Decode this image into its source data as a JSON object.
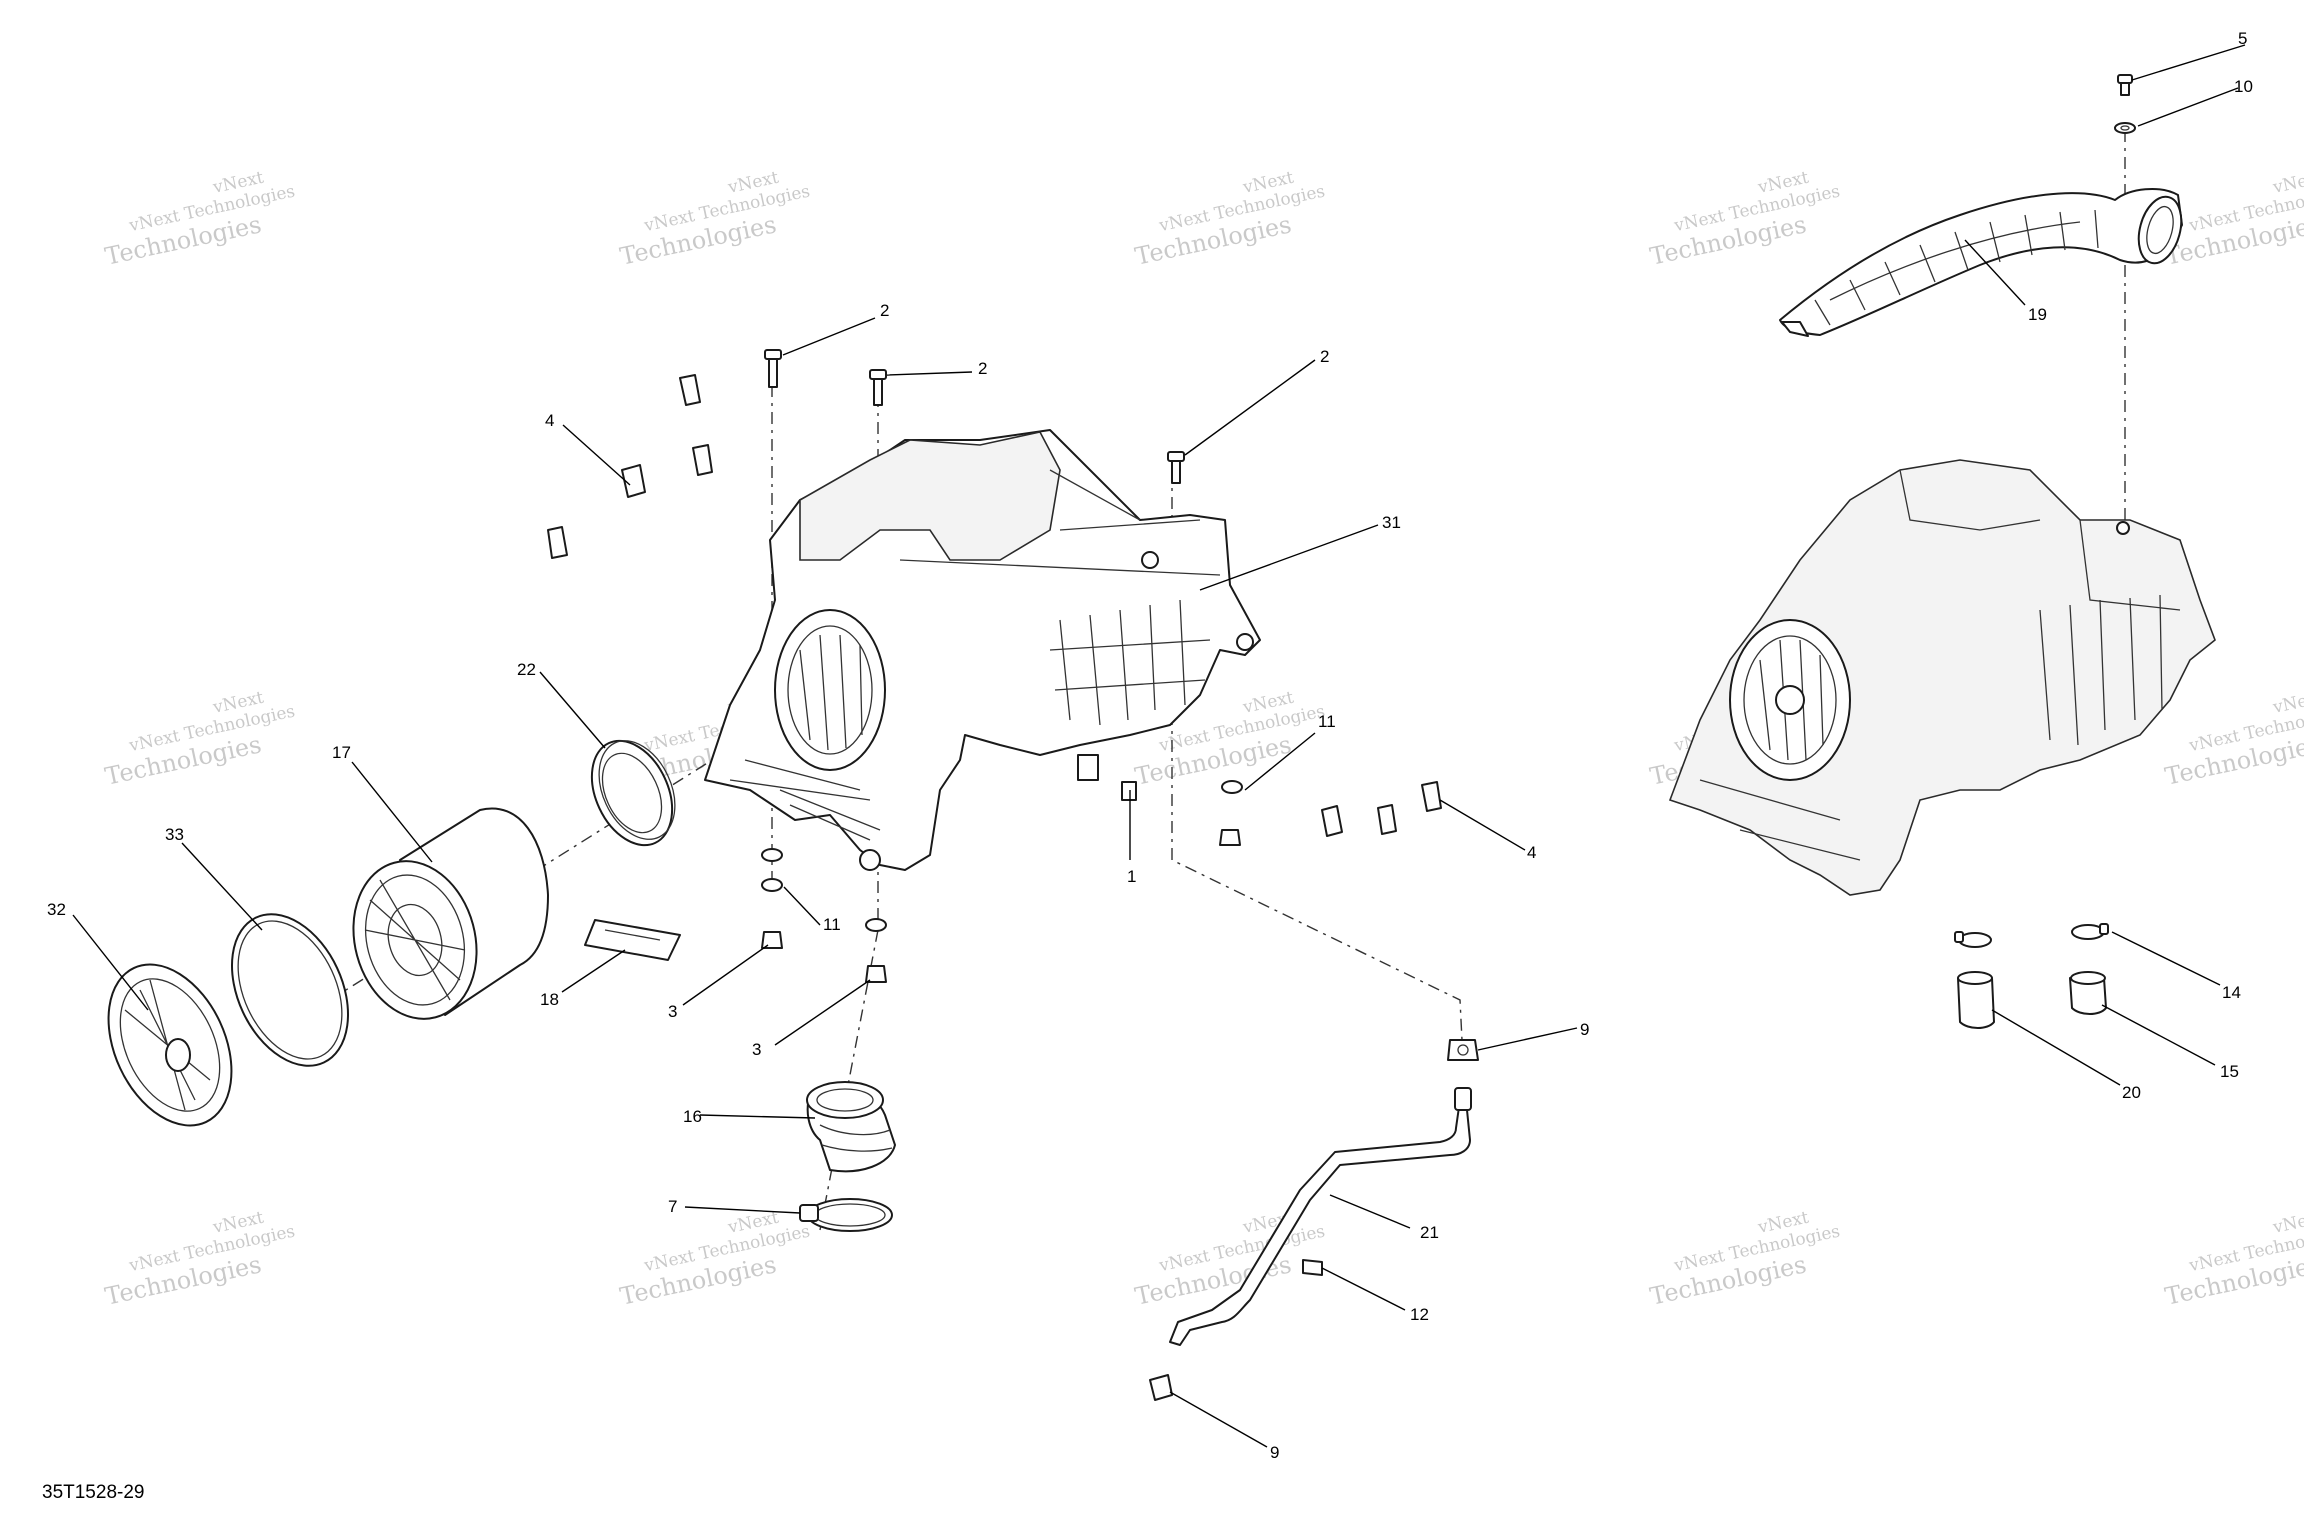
{
  "figure_code": "35T1528-29",
  "watermark": {
    "line1": "vNext Technologies",
    "line2": "Technologies",
    "line3": "vNext"
  },
  "callouts": [
    {
      "id": "c5",
      "label": "5"
    },
    {
      "id": "c10",
      "label": "10"
    },
    {
      "id": "c19",
      "label": "19"
    },
    {
      "id": "c2a",
      "label": "2"
    },
    {
      "id": "c2b",
      "label": "2"
    },
    {
      "id": "c2c",
      "label": "2"
    },
    {
      "id": "c4a",
      "label": "4"
    },
    {
      "id": "c31",
      "label": "31"
    },
    {
      "id": "c22",
      "label": "22"
    },
    {
      "id": "c17",
      "label": "17"
    },
    {
      "id": "c33",
      "label": "33"
    },
    {
      "id": "c32",
      "label": "32"
    },
    {
      "id": "c11a",
      "label": "11"
    },
    {
      "id": "c11b",
      "label": "11"
    },
    {
      "id": "c1",
      "label": "1"
    },
    {
      "id": "c4b",
      "label": "4"
    },
    {
      "id": "c18",
      "label": "18"
    },
    {
      "id": "c3a",
      "label": "3"
    },
    {
      "id": "c3b",
      "label": "3"
    },
    {
      "id": "c16",
      "label": "16"
    },
    {
      "id": "c7",
      "label": "7"
    },
    {
      "id": "c9a",
      "label": "9"
    },
    {
      "id": "c21",
      "label": "21"
    },
    {
      "id": "c12",
      "label": "12"
    },
    {
      "id": "c9b",
      "label": "9"
    },
    {
      "id": "c14",
      "label": "14"
    },
    {
      "id": "c15",
      "label": "15"
    },
    {
      "id": "c20",
      "label": "20"
    }
  ]
}
